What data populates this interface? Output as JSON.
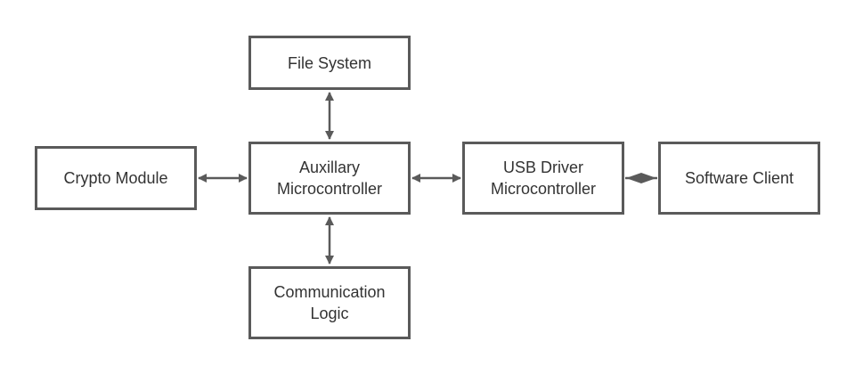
{
  "nodes": {
    "file_system": "File System",
    "aux_mcu": "Auxillary\nMicrocontroller",
    "communication_logic": "Communication\nLogic",
    "crypto_module": "Crypto Module",
    "usb_driver_mcu": "USB Driver\nMicrocontroller",
    "software_client": "Software Client"
  },
  "edges": [
    {
      "from": "Auxillary Microcontroller",
      "to": "File System",
      "style": "bidirectional-arrow"
    },
    {
      "from": "Auxillary Microcontroller",
      "to": "Communication Logic",
      "style": "bidirectional-arrow"
    },
    {
      "from": "Crypto Module",
      "to": "Auxillary Microcontroller",
      "style": "bidirectional-arrow"
    },
    {
      "from": "Auxillary Microcontroller",
      "to": "USB Driver Microcontroller",
      "style": "bidirectional-arrow"
    },
    {
      "from": "USB Driver Microcontroller",
      "to": "Software Client",
      "style": "diamond-connector"
    }
  ],
  "colors": {
    "stroke": "#5a5a5a",
    "text": "#333333",
    "background": "#ffffff"
  }
}
